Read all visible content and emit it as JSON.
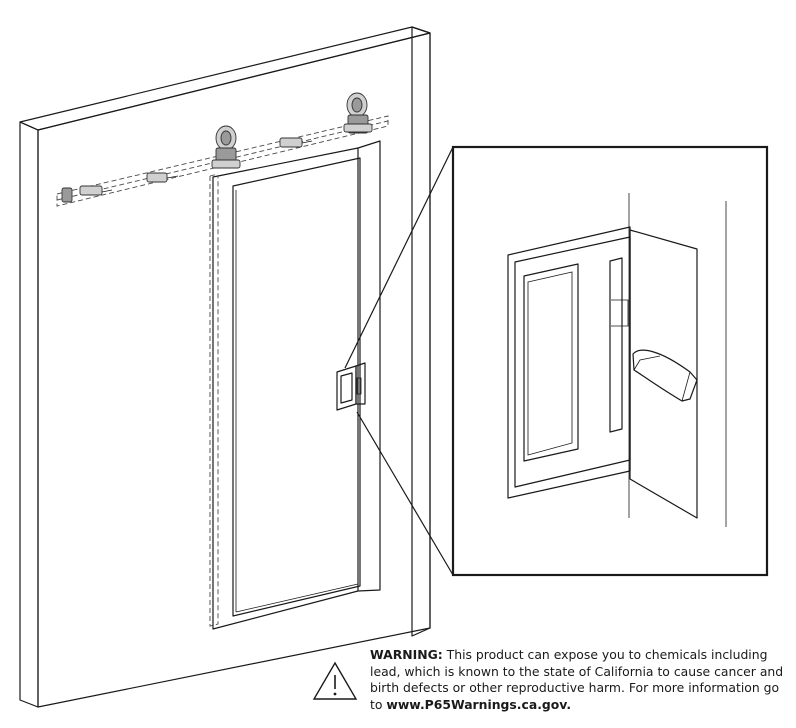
{
  "warning": {
    "label": "WARNING:",
    "body": " This product can expose you to chemicals including lead, which is known to the state of California to cause cancer and birth defects or other reproductive harm. For more information go to ",
    "link": "www.P65Warnings.ca.gov."
  },
  "icons": {
    "warning_triangle": "warning-triangle-icon"
  }
}
